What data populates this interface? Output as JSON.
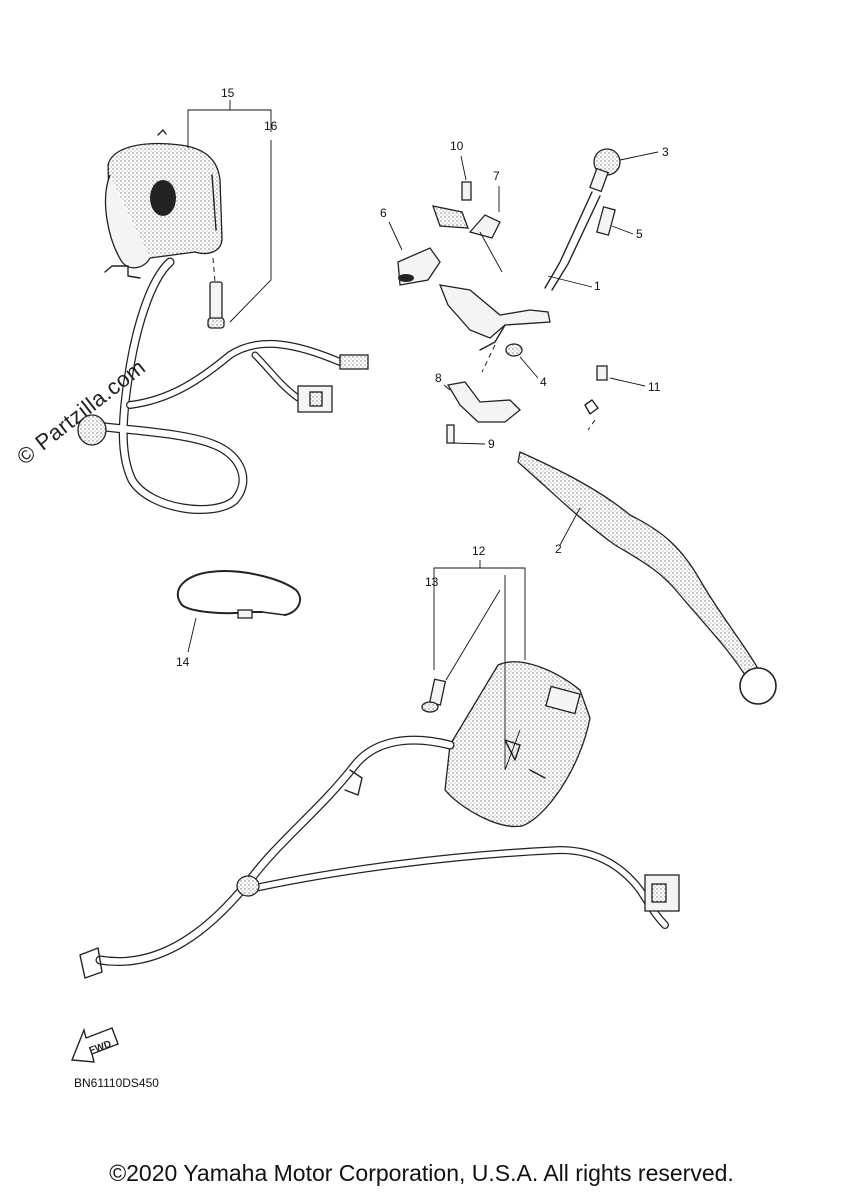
{
  "callouts": {
    "p1": "1",
    "p2": "2",
    "p3": "3",
    "p4": "4",
    "p5": "5",
    "p6": "6",
    "p7": "7",
    "p8": "8",
    "p9": "9",
    "p10": "10",
    "p11": "11",
    "p12": "12",
    "p13": "13",
    "p14": "14",
    "p15": "15",
    "p16": "16"
  },
  "fwd_arrow_text": "FWD",
  "watermark": "© Partzilla.com",
  "diagram_code": "BN61110DS450",
  "copyright": "©2020 Yamaha Motor Corporation, U.S.A. All rights reserved."
}
